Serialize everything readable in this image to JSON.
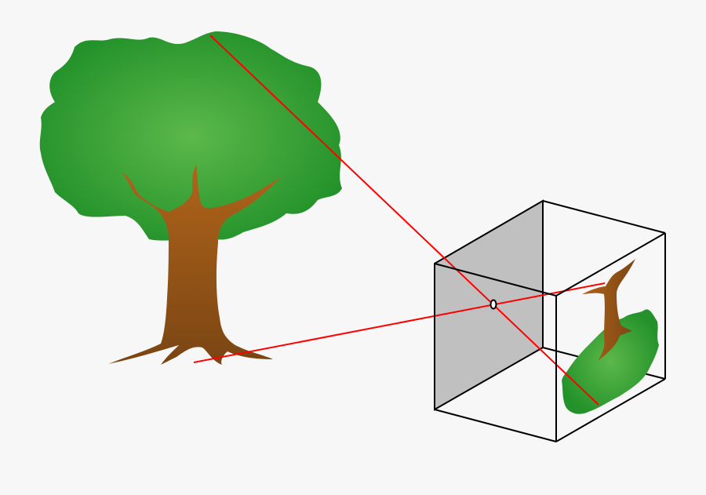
{
  "colors": {
    "background": "#f7f7f7",
    "foliage_center": "#5cb84a",
    "foliage_edge": "#23922a",
    "trunk_light": "#a85e18",
    "trunk_dark": "#7a4513",
    "ray": "#ff0000",
    "screen_panel": "#c0c0c0",
    "box_edge": "#000000"
  },
  "icons": {
    "object": "tree",
    "device": "pinhole-camera-box",
    "image": "inverted-tree"
  }
}
